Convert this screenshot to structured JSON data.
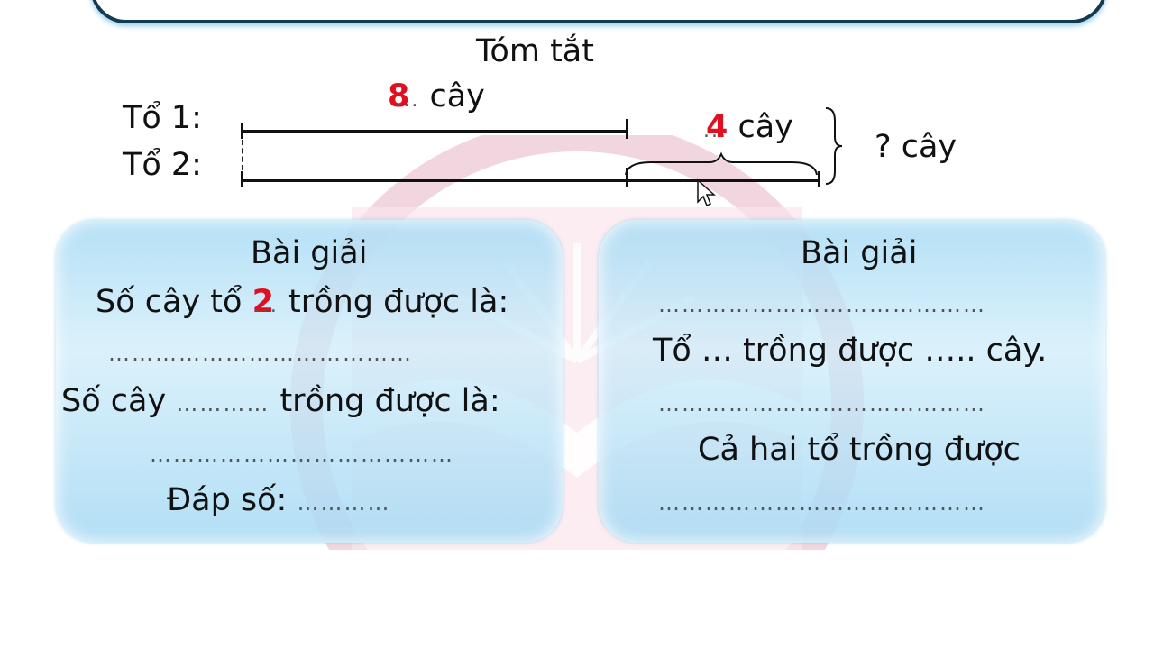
{
  "summary": {
    "title": "Tóm tắt",
    "row1_label": "Tổ 1:",
    "row2_label": "Tổ 2:",
    "top_value": "8",
    "top_dots": "...",
    "top_unit": "cây",
    "right_value": "4",
    "right_dots": "...",
    "right_unit": "cây",
    "total_label": "? cây"
  },
  "left_panel": {
    "heading": "Bài giải",
    "line1_prefix": "Số cây tổ",
    "line1_value": "2",
    "line1_dots": "...",
    "line1_suffix": "trồng được là:",
    "line2_dots": "…………………………………",
    "line3_prefix": "Số cây",
    "line3_dots": "…………",
    "line3_suffix": "trồng được là:",
    "line4_dots": "…………………………………",
    "answer_label": "Đáp số:",
    "answer_dots": "…………"
  },
  "right_panel": {
    "heading": "Bài giải",
    "line1_dots": "……………………………………",
    "line2_text": "Tổ … trồng được ….. cây.",
    "line3_dots": "……………………………………",
    "line4_text": "Cả hai tổ trồng được",
    "line5_dots": "……………………………………"
  },
  "colors": {
    "answer_red": "#e01020",
    "panel_blue": "#abdcf5",
    "frame_navy": "#143a52"
  }
}
